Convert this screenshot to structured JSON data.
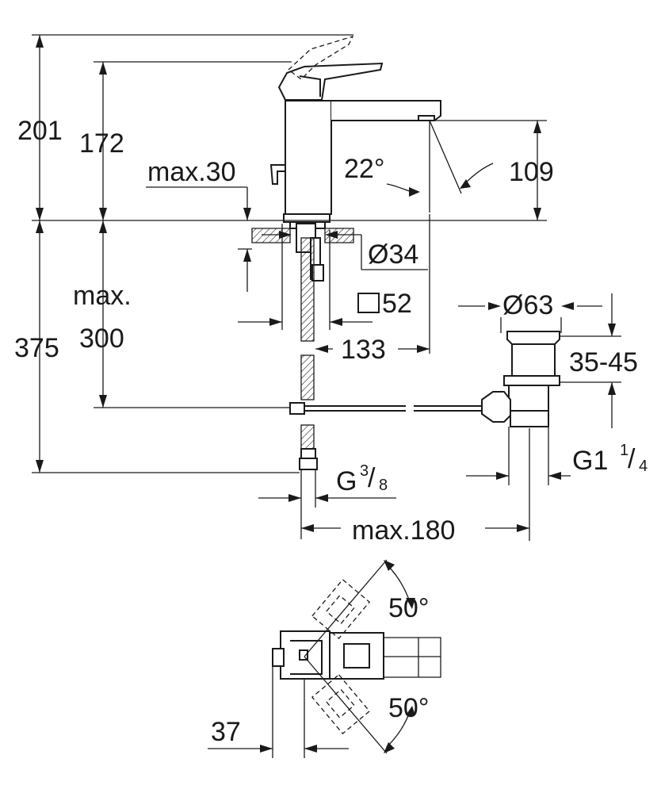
{
  "dimensions": {
    "total_height": "201",
    "spout_height": "172",
    "deck_thickness": "max.30",
    "spout_angle": "22°",
    "spout_clearance": "109",
    "hole_diameter": "Ø34",
    "square_base": "52",
    "waste_diameter": "Ø63",
    "waste_spacing": "133",
    "waste_depth": "35-45",
    "hose_max_label": "max.",
    "hose_max_value": "300",
    "below_deck": "375",
    "hose_thread_g": "G",
    "hose_thread_num": "3",
    "hose_thread_den": "8",
    "waste_thread_g": "G1",
    "waste_thread_num": "1",
    "waste_thread_den": "4",
    "rod_length": "max.180",
    "lever_angle_top": "50°",
    "lever_angle_bottom": "50°",
    "lever_offset": "37"
  }
}
